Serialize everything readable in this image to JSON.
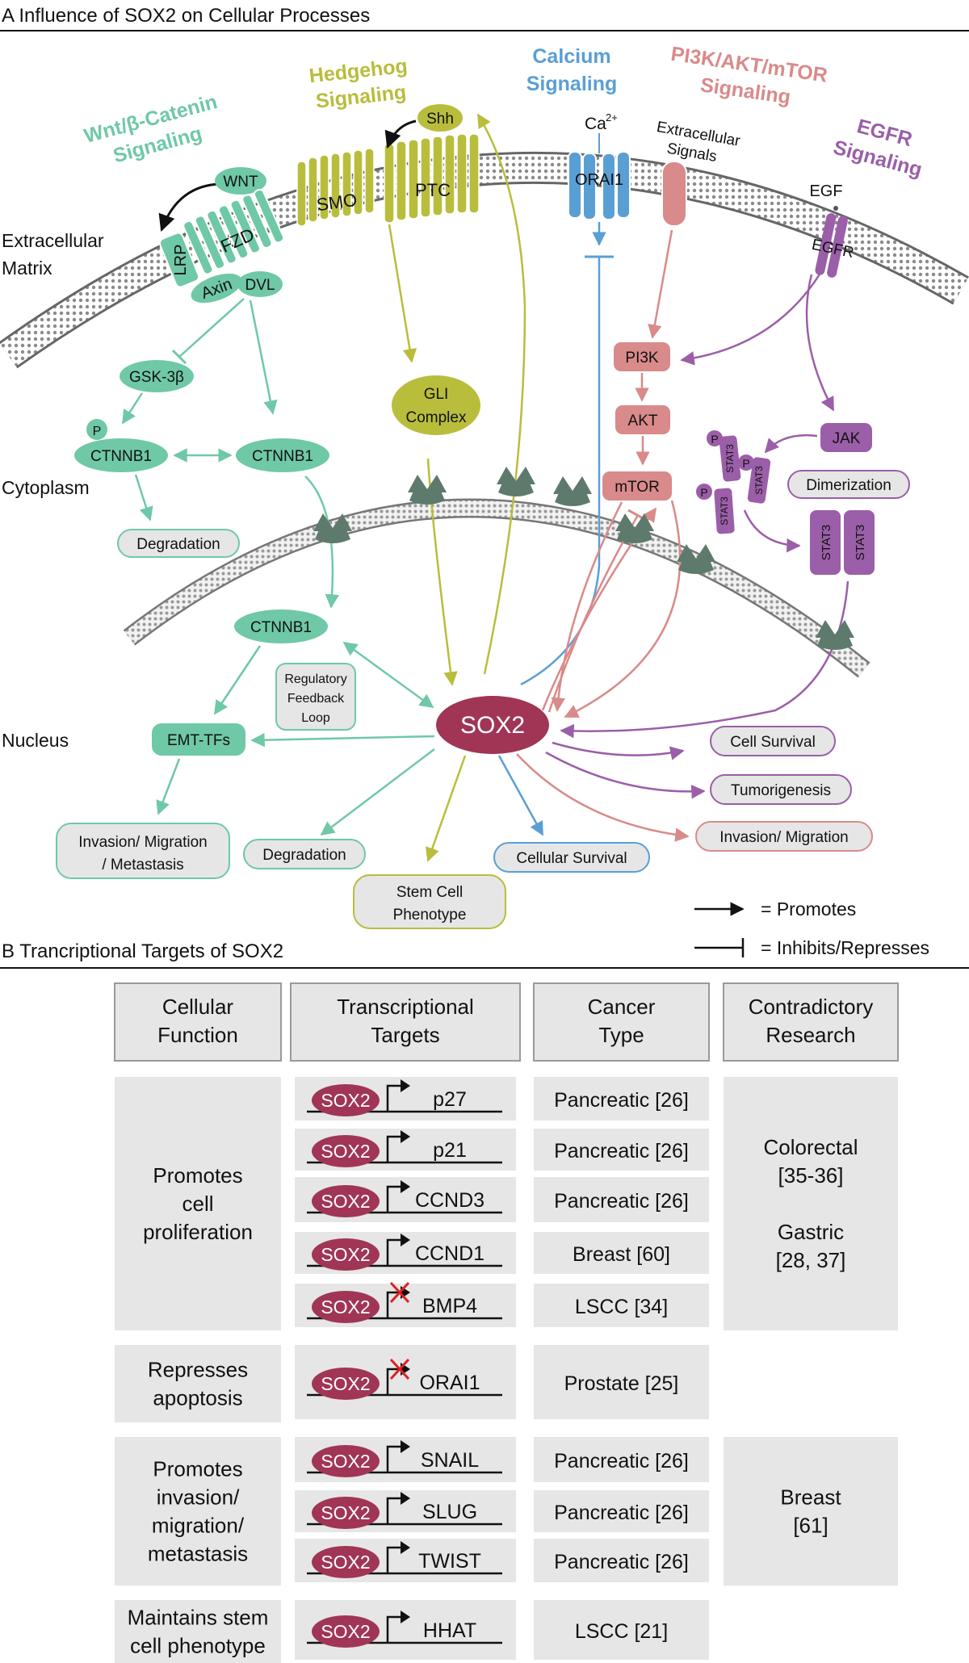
{
  "section_a": {
    "title": "A Influence of SOX2 on Cellular Processes",
    "regions": {
      "ecm_1": "Extracellular",
      "ecm_2": "Matrix",
      "cytoplasm": "Cytoplasm",
      "nucleus": "Nucleus"
    },
    "pathways": {
      "wnt_1": "Wnt/β-Catenin",
      "wnt_2": "Signaling",
      "hh_1": "Hedgehog",
      "hh_2": "Signaling",
      "ca_1": "Calcium",
      "ca_2": "Signaling",
      "pi3k_1": "PI3K/AKT/mTOR",
      "pi3k_2": "Signaling",
      "egfr_1": "EGFR",
      "egfr_2": "Signaling"
    },
    "nodes": {
      "wnt": "WNT",
      "lrp": "LRP",
      "fzd": "FZD",
      "axin": "Axin",
      "dvl": "DVL",
      "gsk": "GSK-3β",
      "p": "P",
      "ctnnb1": "CTNNB1",
      "degradation": "Degradation",
      "smo": "SMO",
      "ptc": "PTC",
      "shh": "Shh",
      "gli_1": "GLI",
      "gli_2": "Complex",
      "ca": "Ca",
      "ca_sup": "2+",
      "orai1": "ORAI1",
      "extracellular_1": "Extracellular",
      "extracellular_2": "Signals",
      "pi3k": "PI3K",
      "akt": "AKT",
      "mtor": "mTOR",
      "egf": "EGF",
      "egfr": "EGFR",
      "jak": "JAK",
      "stat3": "STAT3",
      "dimerization": "Dimerization",
      "sox2": "SOX2",
      "feedback_1": "Regulatory",
      "feedback_2": "Feedback",
      "feedback_3": "Loop",
      "emt": "EMT-TFs",
      "inv_meta_1": "Invasion/ Migration",
      "inv_meta_2": "/ Metastasis",
      "stem_1": "Stem Cell",
      "stem_2": "Phenotype",
      "cellular_survival": "Cellular Survival",
      "cell_survival": "Cell Survival",
      "tumorigenesis": "Tumorigenesis",
      "invasion_migration": "Invasion/ Migration"
    },
    "legend": {
      "promotes": "= Promotes",
      "inhibits": "= Inhibits/Represses"
    },
    "colors": {
      "wnt": "#6fc8a6",
      "wnt_dark": "#3a8f6e",
      "hedgehog": "#b9bd3c",
      "calcium": "#5a9fd4",
      "pi3k": "#d98a8a",
      "egfr": "#9b5ea8",
      "sox2": "#a03556",
      "receptor": "#5e7a6c"
    }
  },
  "section_b": {
    "title": "B Trancriptional Targets of SOX2",
    "headers": [
      {
        "l1": "Cellular",
        "l2": "Function"
      },
      {
        "l1": "Transcriptional",
        "l2": "Targets"
      },
      {
        "l1": "Cancer",
        "l2": "Type"
      },
      {
        "l1": "Contradictory",
        "l2": "Research"
      }
    ],
    "gene_label": "SOX2",
    "groups": [
      {
        "function_lines": [
          "Promotes",
          "cell",
          "proliferation"
        ],
        "rows": [
          {
            "target": "p27",
            "cancer": "Pancreatic [26]",
            "repressed": false
          },
          {
            "target": "p21",
            "cancer": "Pancreatic [26]",
            "repressed": false
          },
          {
            "target": "CCND3",
            "cancer": "Pancreatic [26]",
            "repressed": false
          },
          {
            "target": "CCND1",
            "cancer": "Breast [60]",
            "repressed": false
          },
          {
            "target": "BMP4",
            "cancer": "LSCC [34]",
            "repressed": true
          }
        ],
        "contradictory_lines": [
          "Colorectal",
          "[35-36]",
          "",
          "Gastric",
          "[28, 37]"
        ]
      },
      {
        "function_lines": [
          "Represses",
          "apoptosis"
        ],
        "rows": [
          {
            "target": "ORAI1",
            "cancer": "Prostate [25]",
            "repressed": true
          }
        ],
        "contradictory_lines": []
      },
      {
        "function_lines": [
          "Promotes",
          "invasion/",
          "migration/",
          "metastasis"
        ],
        "rows": [
          {
            "target": "SNAIL",
            "cancer": "Pancreatic [26]",
            "repressed": false
          },
          {
            "target": "SLUG",
            "cancer": "Pancreatic [26]",
            "repressed": false
          },
          {
            "target": "TWIST",
            "cancer": "Pancreatic [26]",
            "repressed": false
          }
        ],
        "contradictory_lines": [
          "Breast",
          "[61]"
        ]
      },
      {
        "function_lines": [
          "Maintains stem",
          "cell phenotype"
        ],
        "rows": [
          {
            "target": "HHAT",
            "cancer": "LSCC [21]",
            "repressed": false
          }
        ],
        "contradictory_lines": []
      }
    ]
  }
}
